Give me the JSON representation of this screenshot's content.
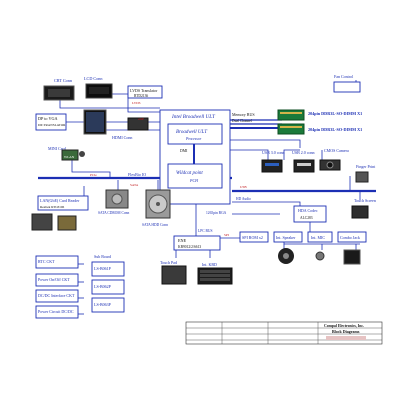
{
  "diagram": {
    "crt_conn": "CRT Conn",
    "lcd_conn": "LCD Conn",
    "lvds_translator": "LVDS Translator",
    "lvds_translator_part": "RTD2136",
    "dp_to_vga": "DP to VGA",
    "dp_to_vga_part": "DP-TRANSLATOR",
    "hdmi_conn": "HDMI Conn",
    "intel_cpu": "Intel Broadwell ULT",
    "broadwell_ult": "Broadwell ULT",
    "processor": "Processor",
    "dmi": "DMI",
    "wildcat_point": "Wildcat point",
    "pch": "PCH",
    "memory_bus": "Memory BUS",
    "dual_channel": "Dual Channel",
    "dimm1": "204pin DDR3L-SO-DIMM X1",
    "dimm2": "204pin DDR3L-SO-DIMM X1",
    "fan_control": "Fan Control",
    "mini_card": "MINI Card",
    "wlan": "WLAN",
    "lan_gbe": "LAN(GbE) Card Reader",
    "lan_part": "Realtek RTL8106",
    "sata_cdrom": "SATA CDROM Conn",
    "sata_hdd": "SATA HDD Conn",
    "usb30_conn": "USB 3.0 conn",
    "usb20_conn": "USB 2.0 conn",
    "cmos_camera": "CMOS Camera",
    "finger_print": "Finger Print",
    "touch_screen": "Touch Screen",
    "hd_audio": "HD Audio",
    "hda_codec": "HDA Codec",
    "hda_codec_part": "ALC283",
    "int_speaker": "Int. Speaker",
    "int_mic": "Int. MIC",
    "combo_jack": "Combo Jack",
    "spi_rom": "SPI ROM x2",
    "lpc_bus": "LPC BUS",
    "ene": "ENE",
    "ene_part": "KB9012/2/6613",
    "touch_pad": "Touch Pad",
    "int_kbd": "Int. KBD",
    "rtc_ckt": "RTC CKT",
    "power_onoff": "Power On/Off CKT",
    "dc_dc_interface": "DC/DC Interface CKT",
    "power_circuit": "Power Circuit DC/DC",
    "sub_board": "Sub Board",
    "ls_board_1": "LS-B061P",
    "ls_board_2": "LS-B062P",
    "ls_board_3": "LS-B063P",
    "company": "Compal Electronics, Inc.",
    "sheet_title": "Block Diagrams",
    "bus_lvds": "LVDS",
    "bus_edp": "eDP",
    "bus_pcie": "PCIe",
    "bus_usb": "USB",
    "bus_sata": "SATA",
    "bus_spi": "SPI",
    "bus_flexbio": "FlexBio IO",
    "bus_bga": "1265pin BGA"
  }
}
